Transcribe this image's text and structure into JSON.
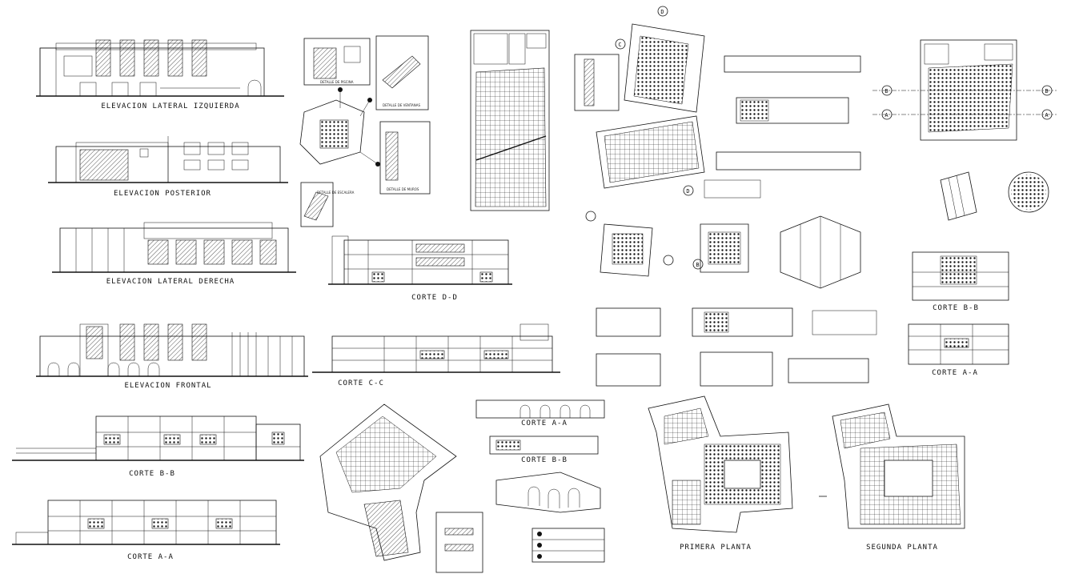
{
  "sheet": {
    "views": {
      "elev_izq": "ELEVACION LATERAL IZQUIERDA",
      "elev_post": "ELEVACION POSTERIOR",
      "elev_der": "ELEVACION LATERAL DERECHA",
      "elev_frontal": "ELEVACION FRONTAL",
      "corte_bb_left": "CORTE B-B",
      "corte_aa_left": "CORTE A-A",
      "corte_dd": "CORTE D-D",
      "corte_cc": "CORTE C-C",
      "corte_aa_mid": "CORTE A-A",
      "corte_bb_mid": "CORTE B-B",
      "corte_bb_right": "CORTE B-B",
      "corte_aa_right": "CORTE A-A",
      "primera_planta": "PRIMERA PLANTA",
      "segunda_planta": "SEGUNDA PLANTA"
    },
    "details": {
      "piscina": "DETALLE DE PISCINA",
      "ventanas": "DETALLE DE VENTANAS",
      "escalera": "DETALLE DE ESCALERA",
      "muros": "DETALLE DE MUROS"
    },
    "axis_labels": {
      "a": "A",
      "b": "B",
      "c": "C",
      "d": "D"
    },
    "colors": {
      "ink": "#111111",
      "paper": "#ffffff"
    }
  }
}
